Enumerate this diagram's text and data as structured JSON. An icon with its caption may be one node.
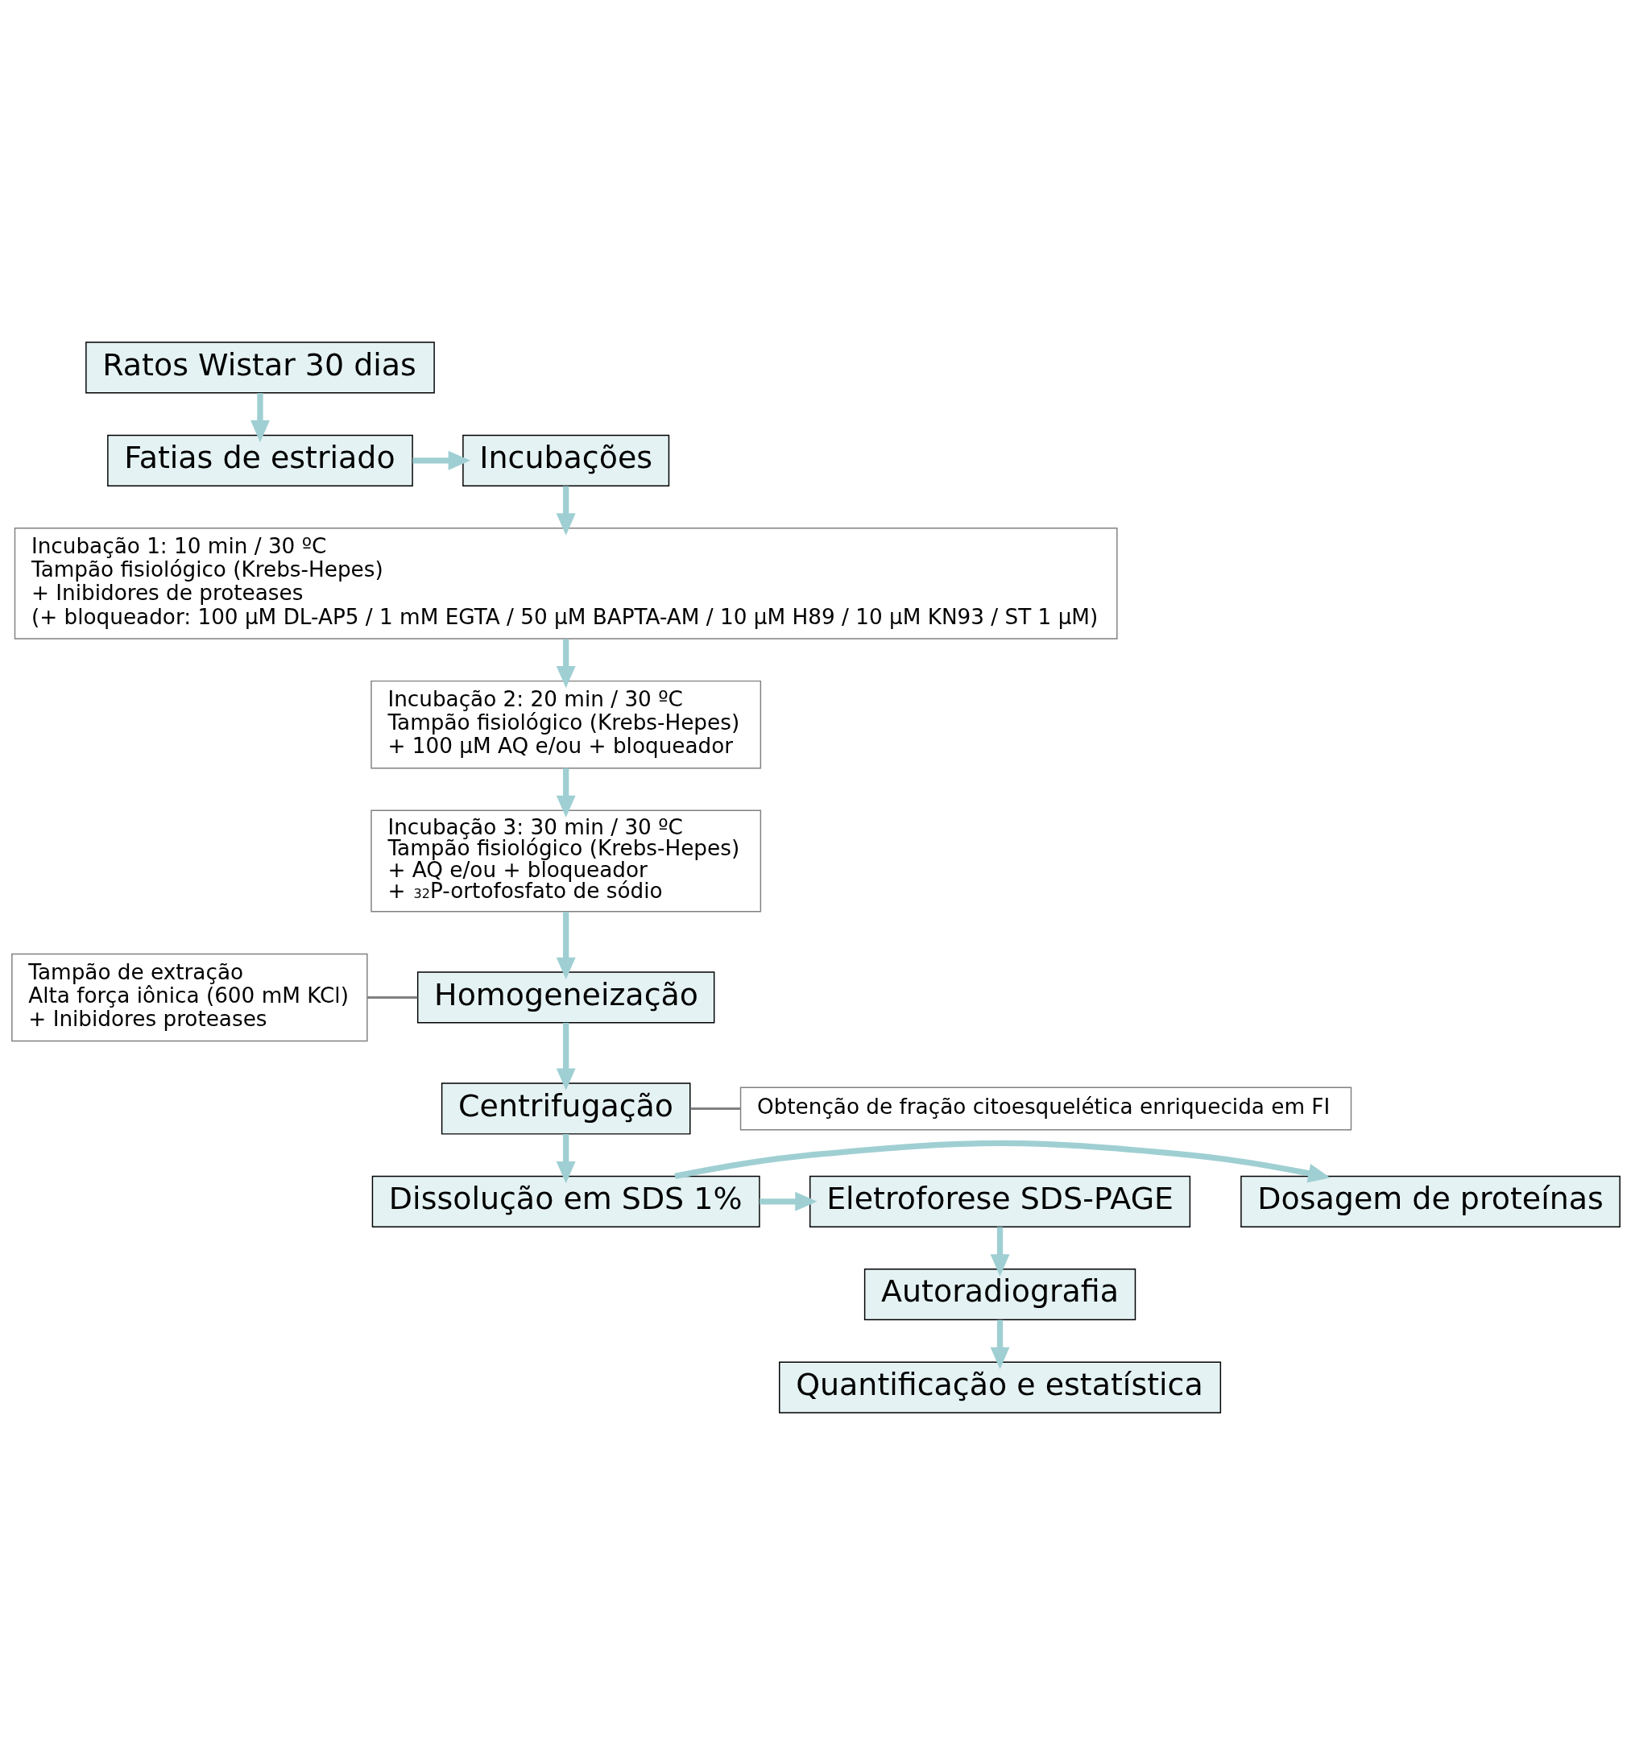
{
  "diagram": {
    "nodes": [
      {
        "text": [
          "Ratos Wistar 30 dias"
        ]
      },
      {
        "text": [
          "Fatias de estriado"
        ]
      },
      {
        "text": [
          "Incubações"
        ]
      },
      {
        "text": [
          "Incubação 1: 10 min / 30 ºC",
          "Tampão fisiológico (Krebs-Hepes)",
          "+ Inibidores de proteases",
          "(+ bloqueador: 100 µM DL-AP5 / 1 mM EGTA / 50 µM BAPTA-AM / 10 µM H89 / 10 µM KN93 / ST 1 µM)"
        ]
      },
      {
        "text": [
          "Incubação 2: 20 min / 30 ºC",
          "Tampão fisiológico (Krebs-Hepes)",
          "+ 100 µM AQ e/ou + bloqueador"
        ]
      },
      {
        "text": [
          "Incubação 3: 30 min / 30 ºC",
          "Tampão fisiológico (Krebs-Hepes)",
          "+ AQ e/ou + bloqueador",
          "+ $^{32}$P-ortofosfato de sódio"
        ]
      },
      {
        "text": [
          "Tampão de extração",
          "Alta força iônica (600 mM KCl)",
          "+ Inibidores proteases"
        ]
      },
      {
        "text": [
          "Homogeneização"
        ]
      },
      {
        "text": [
          "Centrifugação"
        ]
      },
      {
        "text": [
          "Obtenção de fração citoesquelética enriquecida em FI"
        ]
      },
      {
        "text": [
          "Dosagem de proteínas"
        ]
      },
      {
        "text": [
          "Dissolução em SDS 1%"
        ]
      },
      {
        "text": [
          "Eletroforese SDS-PAGE"
        ]
      },
      {
        "text": [
          "Autoradiografia"
        ]
      },
      {
        "text": [
          "Quantificação e estatística"
        ]
      }
    ],
    "edges": [
      {
        "from": 0,
        "to": 1,
        "arrow": "to"
      },
      {
        "from": 1,
        "to": 2,
        "arrow": "to"
      },
      {
        "from": 2,
        "to": 3,
        "arrow": "to"
      },
      {
        "from": 3,
        "to": 4,
        "arrow": "to"
      },
      {
        "from": 4,
        "to": 5,
        "arrow": "to"
      },
      {
        "from": 5,
        "to": 7,
        "arrow": "to"
      },
      {
        "from": 6,
        "to": 7,
        "arrow": "none",
        "color": "#808080"
      },
      {
        "from": 7,
        "to": 8,
        "arrow": "to"
      },
      {
        "from": 8,
        "to": 9,
        "arrow": "none",
        "color": "#808080"
      },
      {
        "from": 8,
        "to": 11,
        "arrow": "to"
      },
      {
        "from": 11,
        "to": 10,
        "arrow": "to"
      },
      {
        "from": 11,
        "to": 12,
        "arrow": "to"
      },
      {
        "from": 12,
        "to": 13,
        "arrow": "to"
      },
      {
        "from": 13,
        "to": 14,
        "arrow": "to"
      }
    ]
  }
}
